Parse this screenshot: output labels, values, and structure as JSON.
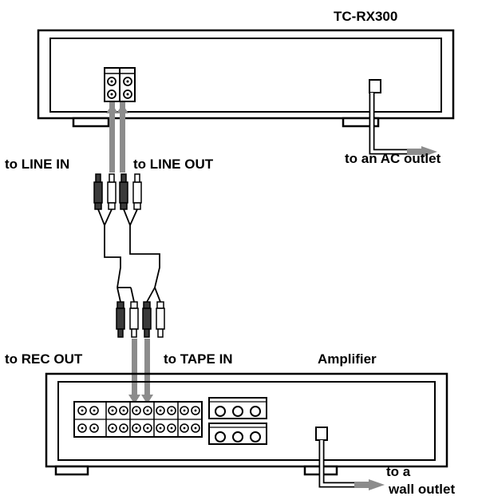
{
  "labels": {
    "deck_model": "TC-RX300",
    "to_line_in": "to LINE IN",
    "to_line_out": "to LINE OUT",
    "to_ac_outlet": "to an AC outlet",
    "to_rec_out": "to REC OUT",
    "to_tape_in": "to TAPE IN",
    "amplifier": "Amplifier",
    "to_a": "to a",
    "wall_outlet": "wall outlet"
  },
  "colors": {
    "line": "#000000",
    "cable_gray": "#8c8c8c",
    "plug_dark": "#3a3a3a",
    "plug_light": "#ffffff",
    "background": "#ffffff"
  },
  "icons": {
    "plug": "rca-plug-icon",
    "jack": "rca-jack-icon",
    "arrow": "outlet-arrow-icon"
  }
}
